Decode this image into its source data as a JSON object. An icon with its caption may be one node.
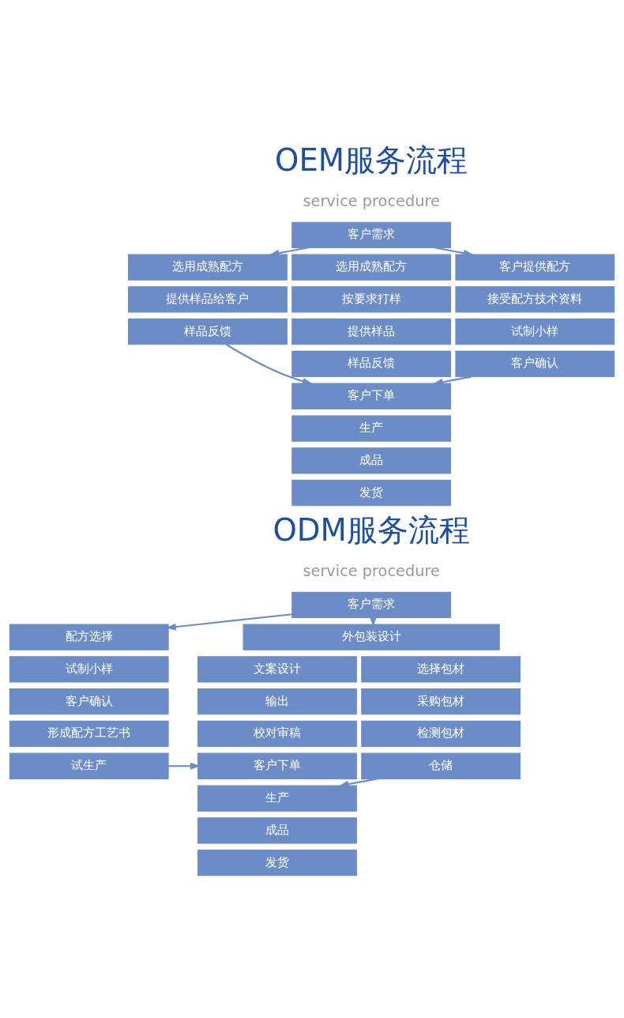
{
  "diagram": {
    "nodes": [
      {
        "text": [
          "客户需求"
        ]
      },
      {
        "text": [
          "选用成熟配方"
        ]
      },
      {
        "text": [
          "提供样品给客户"
        ]
      },
      {
        "text": [
          "样品反馈"
        ]
      },
      {
        "text": [
          "选用成熟配方"
        ]
      },
      {
        "text": [
          "按要求打样"
        ]
      },
      {
        "text": [
          "提供样品"
        ]
      },
      {
        "text": [
          "样品反馈"
        ]
      },
      {
        "text": [
          "客户下单"
        ]
      },
      {
        "text": [
          "生产"
        ]
      },
      {
        "text": [
          "成品"
        ]
      },
      {
        "text": [
          "发货"
        ]
      },
      {
        "text": [
          "客户提供配方"
        ]
      },
      {
        "text": [
          "接受配方技术资料"
        ]
      },
      {
        "text": [
          "试制小样"
        ]
      },
      {
        "text": [
          "客户确认"
        ]
      },
      {
        "text": [
          "客户需求"
        ]
      },
      {
        "text": [
          "配方选择"
        ]
      },
      {
        "text": [
          "试制小样"
        ]
      },
      {
        "text": [
          "客户确认"
        ]
      },
      {
        "text": [
          "形成配方工艺书"
        ]
      },
      {
        "text": [
          "试生产"
        ]
      },
      {
        "text": [
          "外包装设计"
        ]
      },
      {
        "text": [
          "文案设计"
        ]
      },
      {
        "text": [
          "输出"
        ]
      },
      {
        "text": [
          "校对审稿"
        ]
      },
      {
        "text": [
          "客户下单"
        ]
      },
      {
        "text": [
          "生产"
        ]
      },
      {
        "text": [
          "成品"
        ]
      },
      {
        "text": [
          "发货"
        ]
      },
      {
        "text": [
          "选择包材"
        ]
      },
      {
        "text": [
          "采购包材"
        ]
      },
      {
        "text": [
          "检测包材"
        ]
      },
      {
        "text": [
          "仓储"
        ]
      }
    ],
    "edges": [
      {
        "from": 0,
        "to": 1,
        "arrow": "to"
      },
      {
        "from": 0,
        "to": 12,
        "arrow": "to"
      },
      {
        "from": 3,
        "to": 8,
        "arrow": "to"
      },
      {
        "from": 15,
        "to": 8,
        "arrow": "to"
      },
      {
        "from": 16,
        "to": 17,
        "arrow": "to"
      },
      {
        "from": 16,
        "to": 22,
        "arrow": "to"
      },
      {
        "from": 21,
        "to": 26,
        "arrow": "to"
      },
      {
        "from": 33,
        "to": 27,
        "arrow": "to"
      }
    ],
    "labels": [
      "OEM服务流程",
      "service procedure",
      "ODM服务流程",
      "service procedure"
    ]
  }
}
